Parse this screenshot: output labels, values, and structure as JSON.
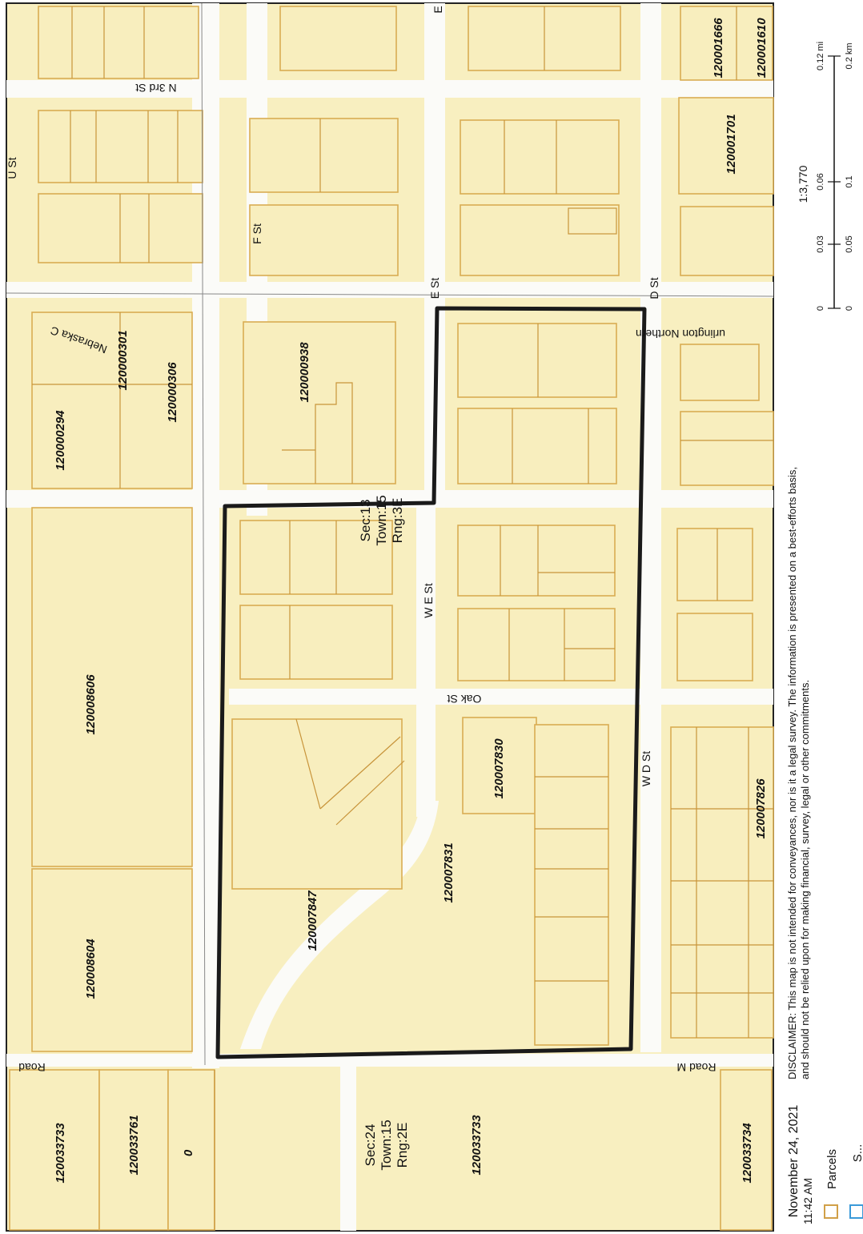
{
  "map": {
    "background_color": "#fbf2c4",
    "parcel_line_color": "#d1a048",
    "boundary_color": "#1a1a1a",
    "road_color": "#fbfbf8"
  },
  "footer": {
    "date": "November 24, 2021",
    "time": "11:42 AM",
    "disclaimer_line1": "DISCLAIMER: This map is not intended for conveyances, nor is it a legal survey. The information is presented on a best-efforts basis,",
    "disclaimer_line2": "and should not be relied upon for making financial, survey, legal or other commitments."
  },
  "legend": [
    {
      "label": "Parcels",
      "color": "#d1a048",
      "icon": "parcel-square-icon"
    },
    {
      "label": "S...",
      "color": "#3a9ad9",
      "icon": "section-square-icon"
    }
  ],
  "scale": {
    "ratio": "1:3,770",
    "miles_ticks": [
      "0",
      "0.03",
      "0.06",
      "0.12 mi"
    ],
    "km_ticks": [
      "0",
      "0.05",
      "0.1",
      "0.2 km"
    ]
  },
  "streets": {
    "n3rd": "N 3rd St",
    "f_st": "F St",
    "e_st_top": "E",
    "e_st_mid": "E St",
    "w_e_st": "W E St",
    "d_st": "D St",
    "w_d_st": "W D St",
    "oak_st": "Oak St",
    "burlington": "urlington Northern",
    "nebraska": "Nebraska C",
    "road_m_right": "Road M",
    "road_m_left": "Road"
  },
  "sections": [
    {
      "lines": [
        "Sec:13",
        "Town:15",
        "Rng:3E"
      ]
    },
    {
      "lines": [
        "Sec:24",
        "Town:15",
        "Rng:2E"
      ]
    }
  ],
  "parcels": [
    "120001666",
    "120001610",
    "120001701",
    "120000294",
    "120000301",
    "120000306",
    "120000938",
    "120008606",
    "120007830",
    "120007831",
    "120007847",
    "120007826",
    "120008604",
    "120033733",
    "120033761",
    "0",
    "120033733",
    "120033734",
    "U St"
  ]
}
